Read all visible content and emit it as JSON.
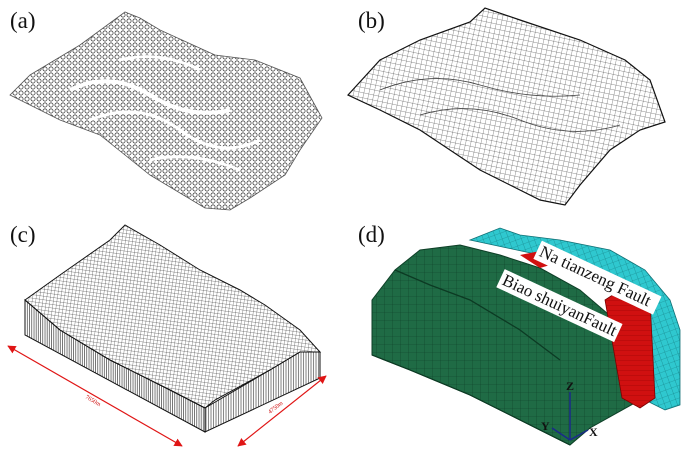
{
  "panels": {
    "a": {
      "label": "(a)"
    },
    "b": {
      "label": "(b)"
    },
    "c": {
      "label": "(c)",
      "dim_length": "7650m",
      "dim_width": "4750m"
    },
    "d": {
      "label": "(d)",
      "fault_1": "Na tianzeng Fault",
      "fault_2": "Biao shuiyanFault",
      "axis_z": "Z",
      "axis_y": "Y",
      "axis_x": "X"
    }
  },
  "colors": {
    "green": "#1f6b45",
    "cyan": "#2fc8cf",
    "red": "#d01010",
    "mesh": "#1a1a1a",
    "dim": "#e01515"
  }
}
